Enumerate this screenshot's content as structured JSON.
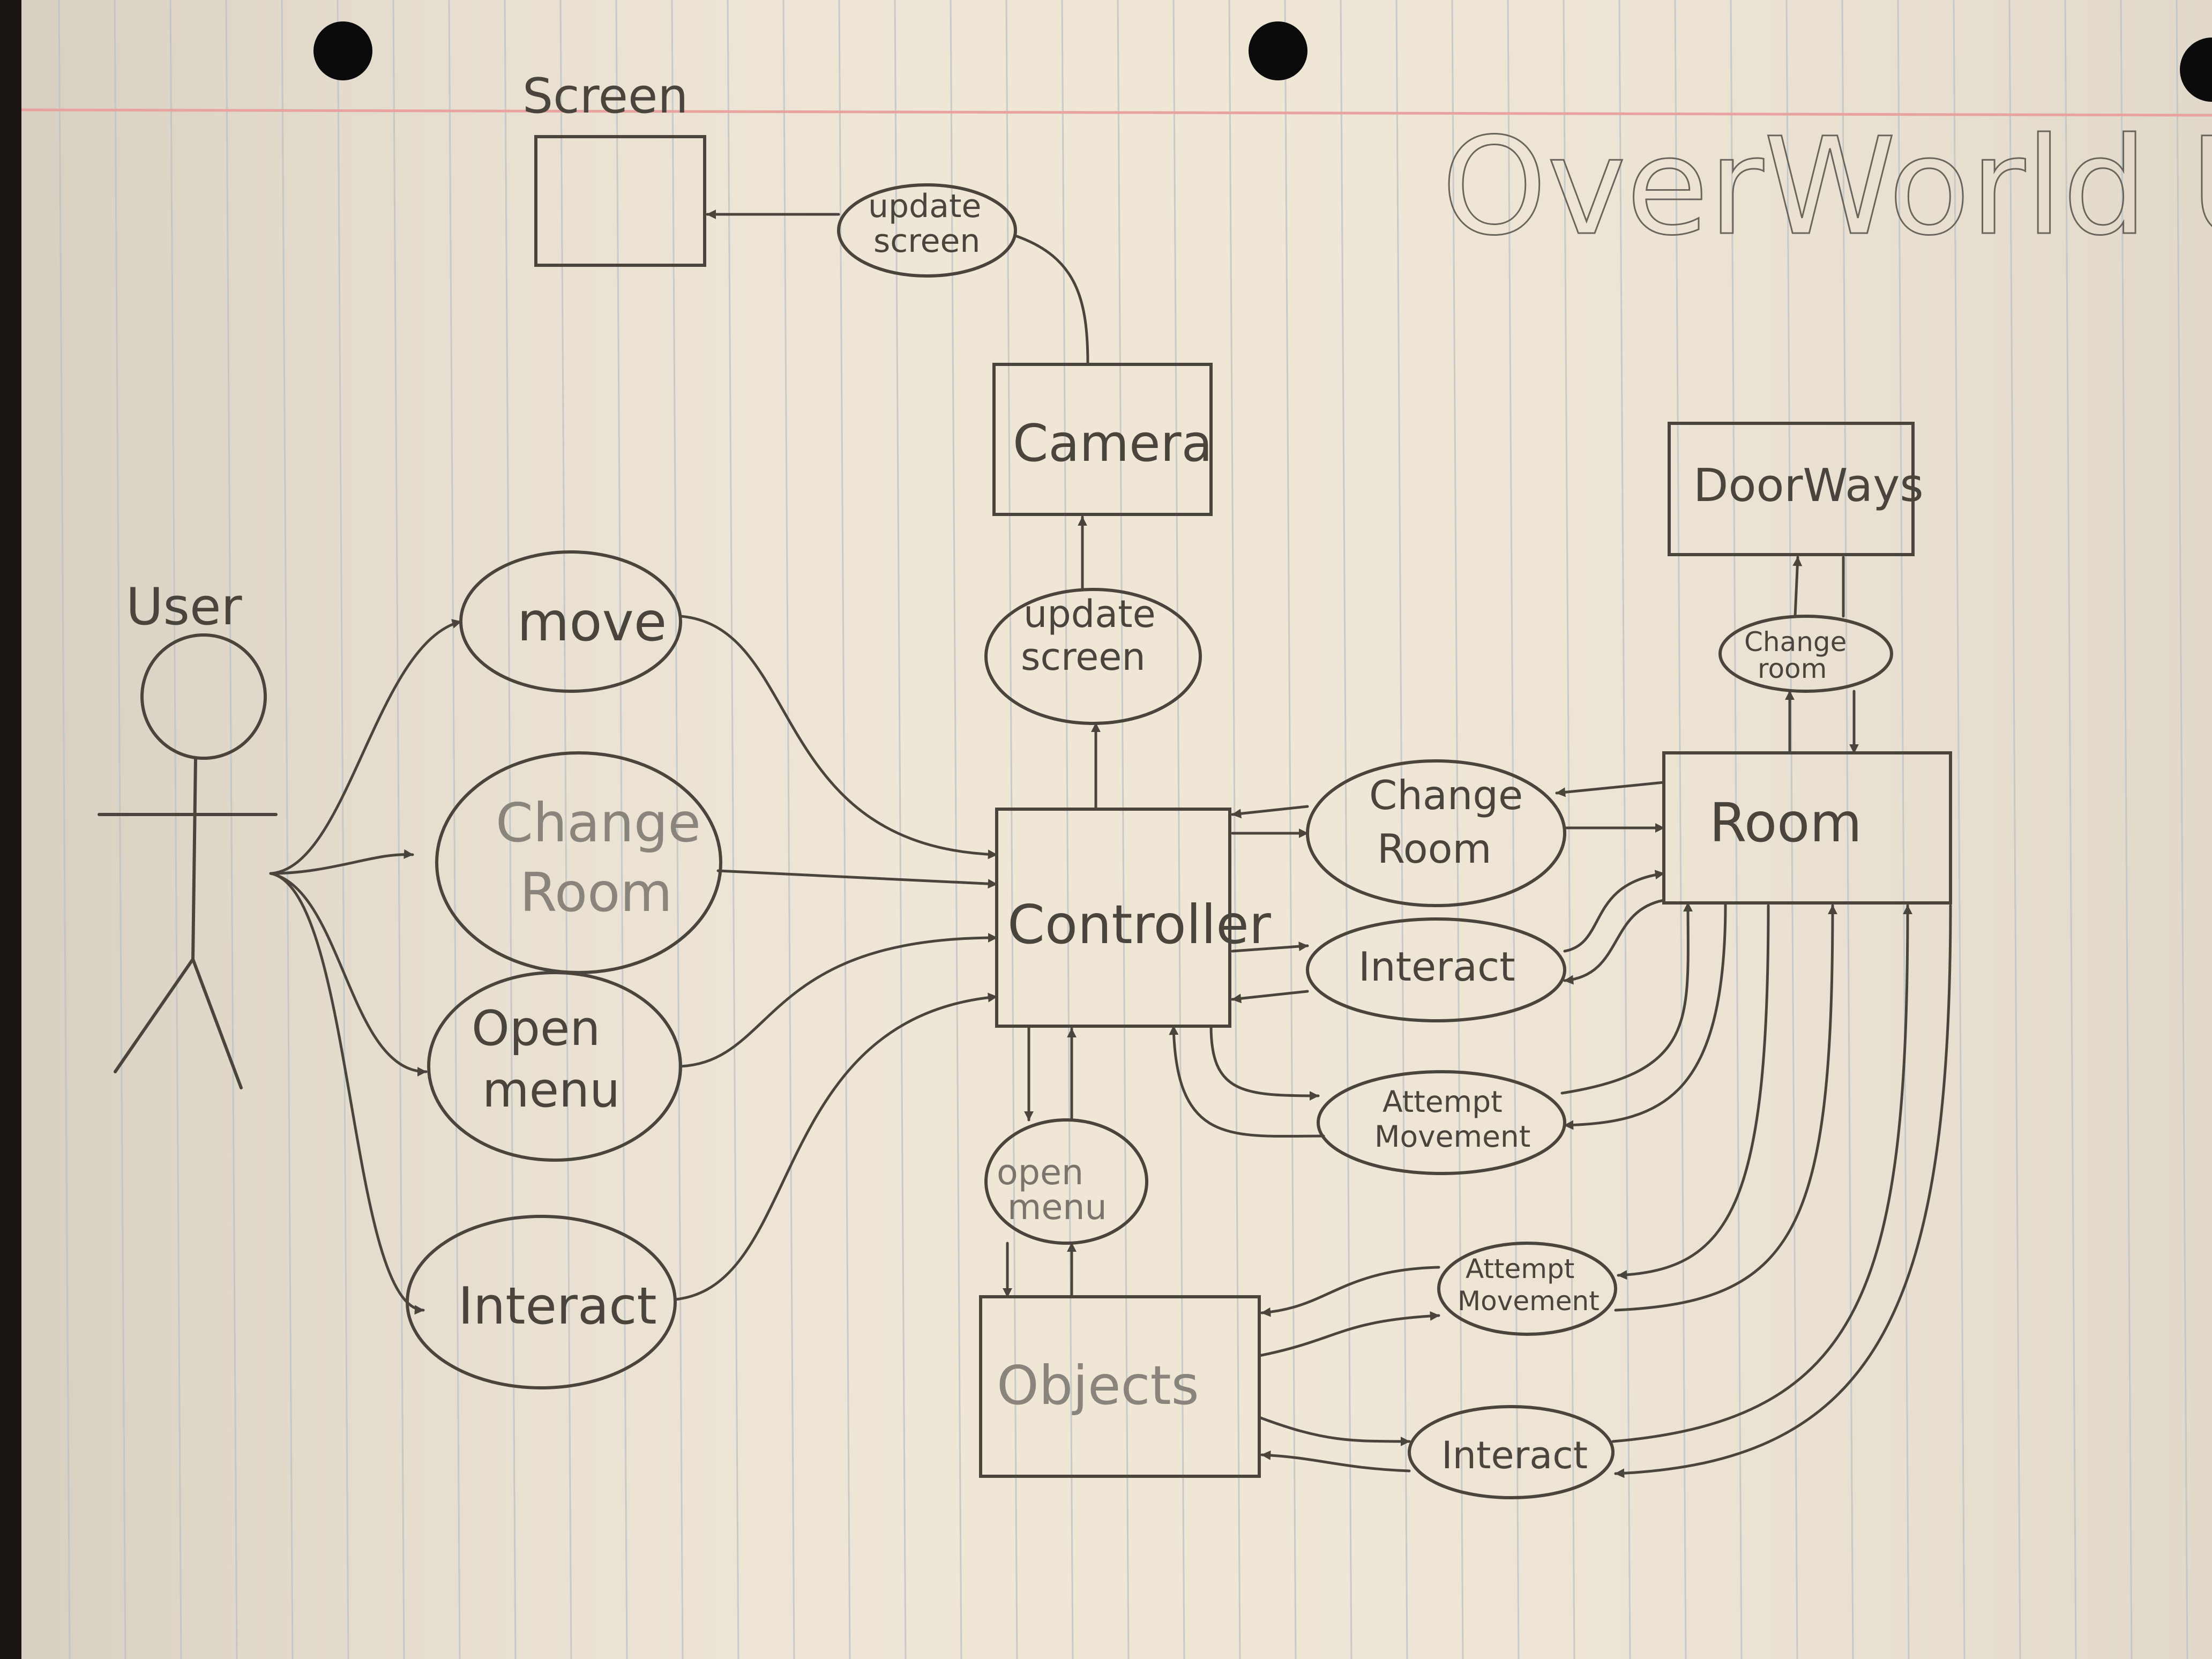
{
  "diagram": {
    "title": "OverWorld UML",
    "actor": {
      "label": "User"
    },
    "boxes": {
      "screen": "Screen",
      "camera": "Camera",
      "doorways": "DoorWays",
      "controller": "Controller",
      "room": "Room",
      "objects": "Objects"
    },
    "use_cases": {
      "user_move": "move",
      "user_change_room_1": "Change",
      "user_change_room_2": "Room",
      "user_open_menu_1": "Open",
      "user_open_menu_2": "menu",
      "user_interact": "Interact",
      "update_screen_top_1": "update",
      "update_screen_top_2": "screen",
      "update_screen_mid_1": "update",
      "update_screen_mid_2": "screen",
      "ctrl_change_room_1": "Change",
      "ctrl_change_room_2": "Room",
      "ctrl_interact": "Interact",
      "ctrl_attempt_movement_1": "Attempt",
      "ctrl_attempt_movement_2": "Movement",
      "ctrl_open_menu_1": "open",
      "ctrl_open_menu_2": "menu",
      "door_change_room_1": "Change",
      "door_change_room_2": "room",
      "obj_attempt_movement_1": "Attempt",
      "obj_attempt_movement_2": "Movement",
      "obj_interact": "Interact"
    }
  },
  "colors": {
    "paper": "#efe6d6",
    "rule_line": "#b9c3c7",
    "margin_line": "#e8a3a0",
    "pencil": "#4a453c",
    "hole": "#0b0b0b"
  }
}
